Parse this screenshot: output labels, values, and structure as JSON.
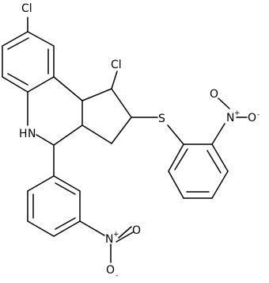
{
  "labels": {
    "cl_top": "Cl",
    "cl_ring": "Cl",
    "sulfur": "S",
    "nh": "N",
    "h": "H",
    "nitro_top_n": "N",
    "nitro_top_plus": "+",
    "nitro_top_o_single": "O",
    "nitro_top_o_minus": "-",
    "nitro_top_o_double": "O",
    "nitro_bottom_n": "N",
    "nitro_bottom_plus": "+",
    "nitro_bottom_o_single": "O",
    "nitro_bottom_o_minus": "-",
    "nitro_bottom_o_double": "O"
  },
  "colors": {
    "bond": "#000000",
    "background": "#ffffff"
  }
}
